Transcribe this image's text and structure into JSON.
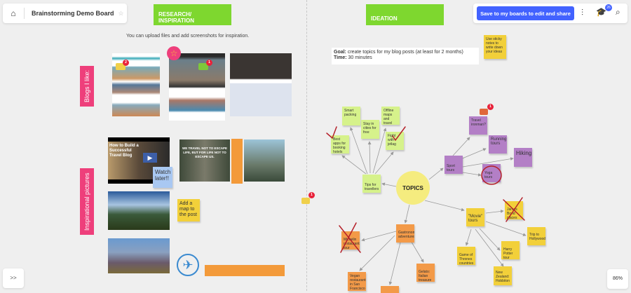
{
  "header": {
    "board_title": "Brainstorming Demo Board",
    "save_button": "Save to my boards to edit and share",
    "notification_count": "26"
  },
  "frames": {
    "research": "RESEARCH/ INSPIRATION",
    "ideation": "IDEATION"
  },
  "research": {
    "hint": "You can upload files and add screenshots for inspiration.",
    "blogs_label": "Blogs I like:",
    "pictures_label": "Inspirational pictures",
    "video_title": "How to Build a Successful Travel Blog",
    "quote": "WE TRAVEL NOT TO ESCAPE LIFE, BUT FOR LIFE NOT TO ESCAPE US.",
    "watch_later": "Watch later!!",
    "add_map": "Add a map to the post",
    "comment_badge_1": "2",
    "comment_badge_2": "1"
  },
  "ideation": {
    "goal_label": "Goal:",
    "goal_text": "create topics for my blog posts (at least for 2 months)",
    "time_label": "Time:",
    "time_text": "30 minutes",
    "hint_sticky": "Use sticky notes to write down your ideas",
    "center": "TOPICS",
    "green": [
      "Smart packing",
      "Best apps for booking hotels",
      "Stay in cities for free",
      "Offline maps and travel guides",
      "Fight with jetlag",
      "Tips for travellers"
    ],
    "purple": [
      "Travel ironman?",
      "Running tours",
      "Hiking",
      "Sport tours",
      "Yoga tours"
    ],
    "orange": [
      "Gastronomic adventures",
      "Michelin restaurants tour",
      "Vegan restaurants in San Francisco",
      "Gelato: Italian treasure",
      ""
    ],
    "yellow": [
      "\"Movie\" tours",
      "James Bond places",
      "Trip to Hollywood",
      "Game of Thrones countries",
      "Harry Potter tour",
      "New Zealand: Hobbiton"
    ],
    "comment_badge": "1"
  },
  "canvas_comment_badge": "1",
  "footer": {
    "expand": ">>",
    "zoom": "86%"
  },
  "colors": {
    "accent": "#4262ff",
    "frame": "#7ed72f",
    "label": "#ee3f7b"
  }
}
